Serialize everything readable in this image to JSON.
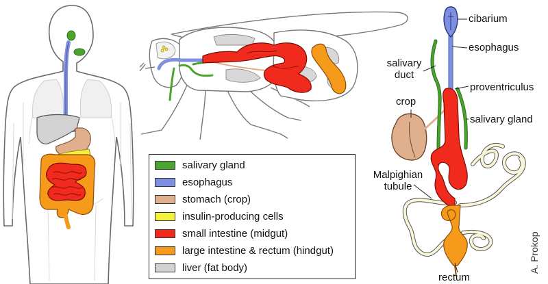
{
  "colors": {
    "salivary_gland": "#4aa52e",
    "esophagus": "#7f8fe0",
    "stomach_crop": "#e0b08e",
    "insulin_cells": "#f5f03c",
    "small_intestine": "#f02a1c",
    "large_intestine": "#f59a1a",
    "liver": "#d2d2d2",
    "malpighian": "#f8f5d8",
    "outline": "#444444"
  },
  "legend": [
    {
      "label": "salivary gland",
      "color_key": "salivary_gland"
    },
    {
      "label": "esophagus",
      "color_key": "esophagus"
    },
    {
      "label": "stomach (crop)",
      "color_key": "stomach_crop"
    },
    {
      "label": "insulin-producing cells",
      "color_key": "insulin_cells"
    },
    {
      "label": "small intestine (midgut)",
      "color_key": "small_intestine"
    },
    {
      "label": "large intestine & rectum (hindgut)",
      "color_key": "large_intestine"
    },
    {
      "label": "liver (fat body)",
      "color_key": "liver"
    }
  ],
  "labels": {
    "cibarium": "cibarium",
    "esophagus": "esophagus",
    "salivary_duct_1": "salivary",
    "salivary_duct_2": "duct",
    "proventriculus": "proventriculus",
    "crop": "crop",
    "salivary_gland": "salivary gland",
    "malpighian_1": "Malpighian",
    "malpighian_2": "tubule",
    "rectum": "rectum"
  },
  "credit": "A. Prokop"
}
